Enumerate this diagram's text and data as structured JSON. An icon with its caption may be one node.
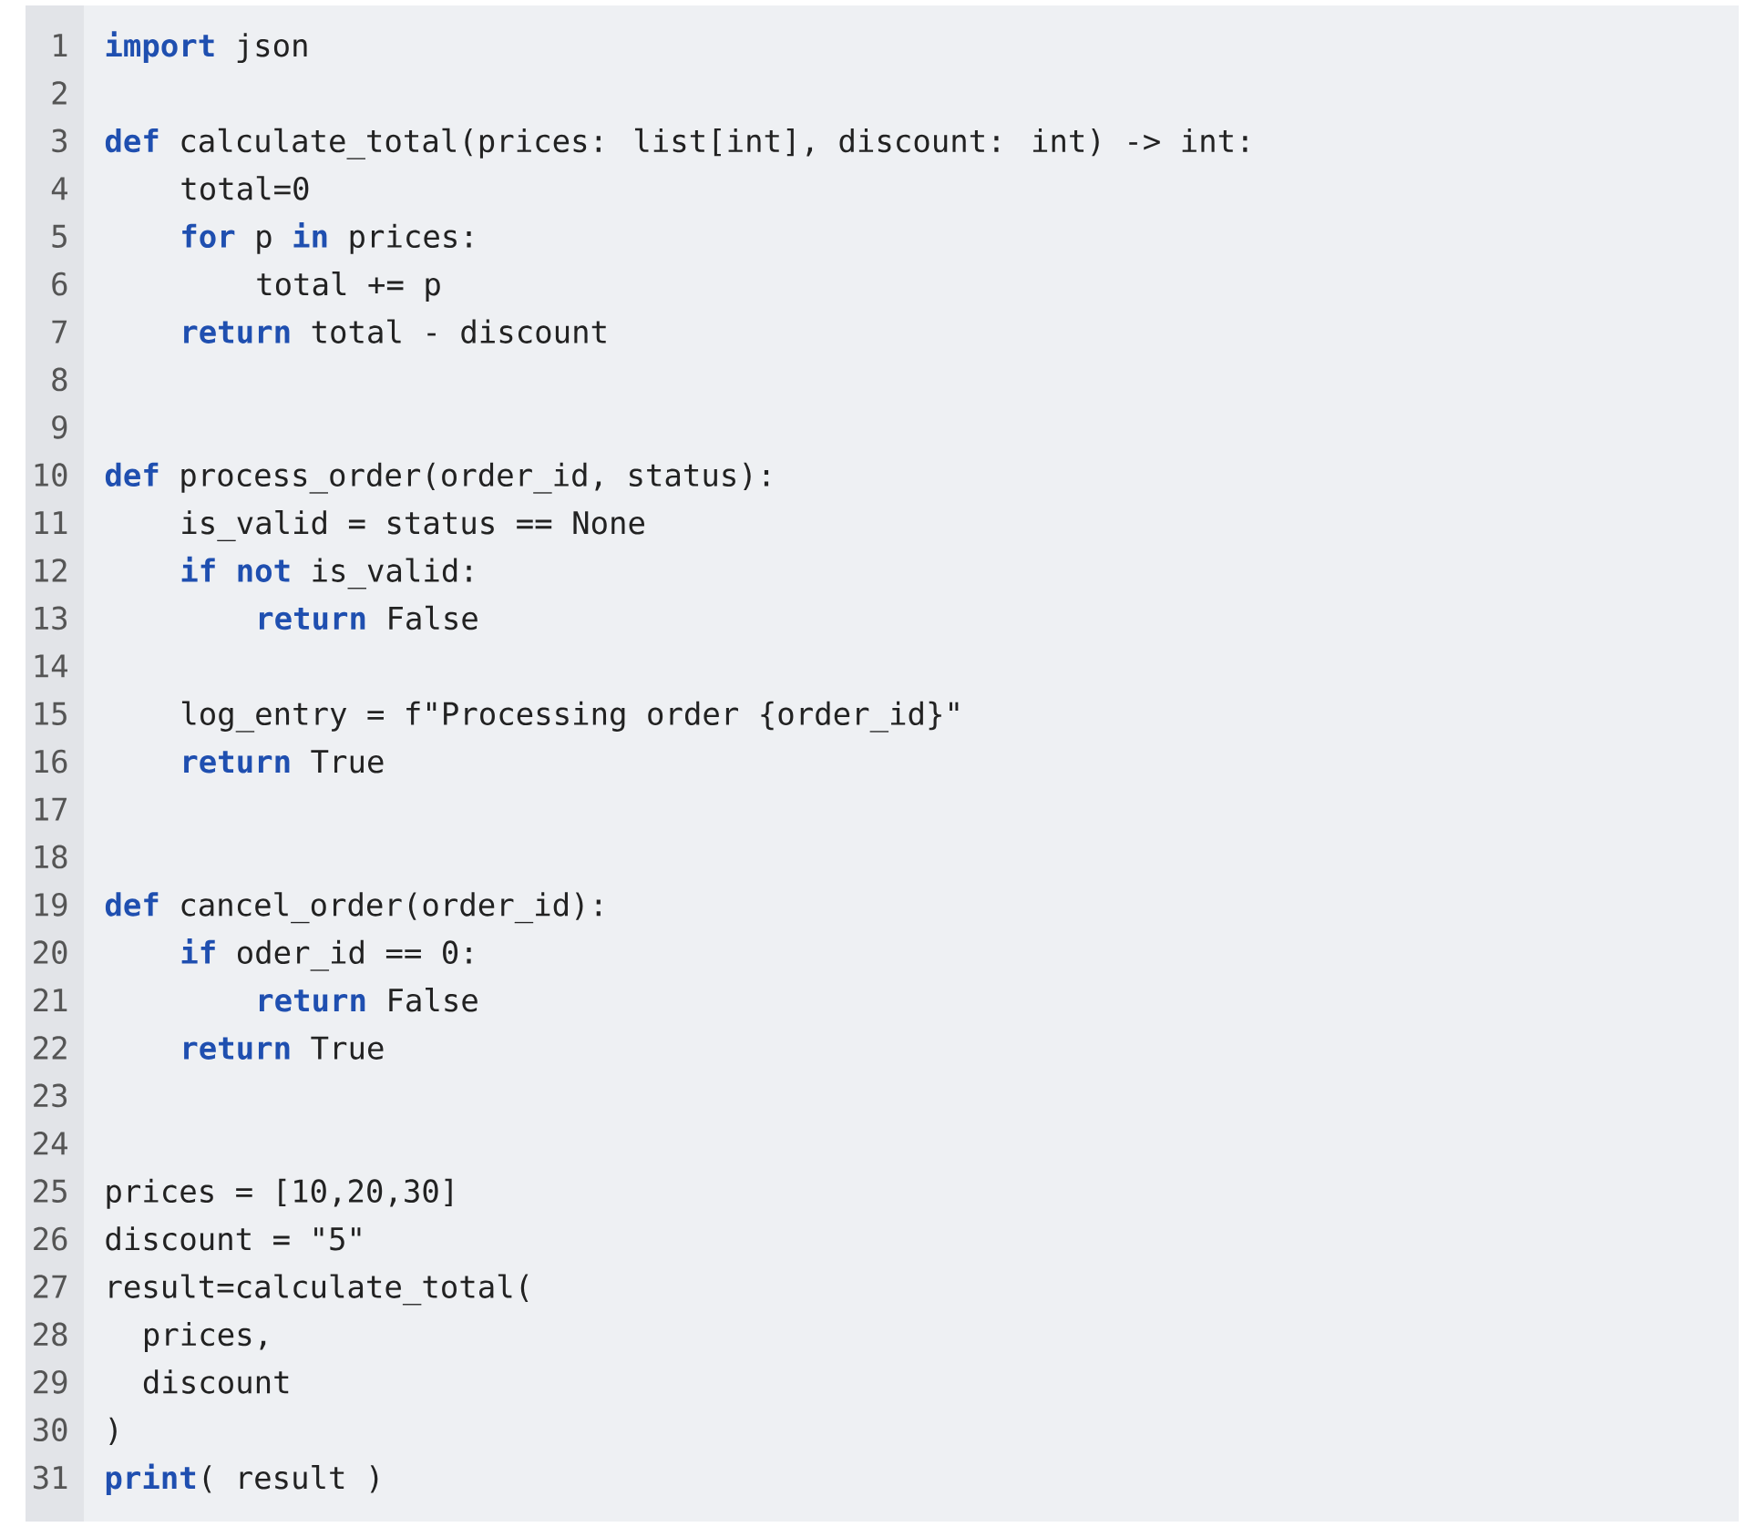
{
  "diagram": {
    "labels": [
      "1",
      "**import** json",
      "2",
      "3",
      "**def** calculate_total(prices: list[int], discount: int) -> int:",
      "4",
      "total=0",
      "5",
      "**for** p **in** prices:",
      "6",
      "total += p",
      "7",
      "**return** total - discount",
      "8",
      "9",
      "10",
      "**def** process_order(order_id, status):",
      "11",
      "is_valid = status == None",
      "12",
      "**if not** is_valid:",
      "13",
      "**return** False",
      "14",
      "15",
      "log_entry = f\"Processing order {order_id}\"",
      "16",
      "**return** True",
      "17",
      "18",
      "19",
      "**def** cancel_order(order_id):",
      "20",
      "**if** oder_id == 0:",
      "21",
      "**return** False",
      "22",
      "**return** True",
      "23",
      "24",
      "25",
      "prices = [10,20,30]",
      "26",
      "discount = \"5\"",
      "27",
      "result=calculate_total(",
      "28",
      "prices,",
      "29",
      "discount",
      "30",
      ")",
      "31",
      "**print**( result )"
    ]
  }
}
